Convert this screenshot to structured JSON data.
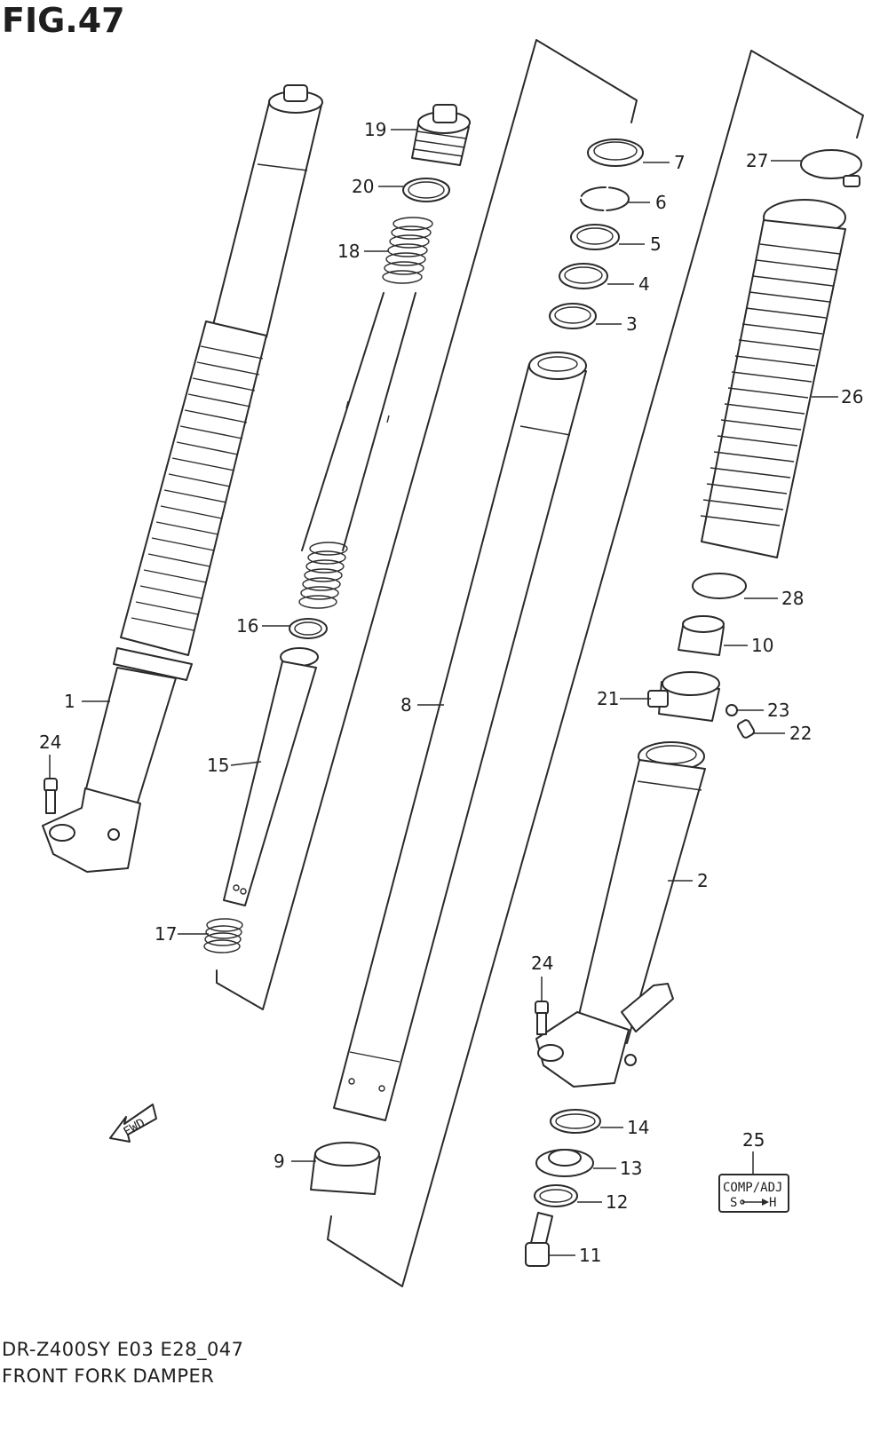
{
  "figure": {
    "title": "FIG.47",
    "model_code": "DR-Z400SY E03 E28_047",
    "caption": "FRONT FORK DAMPER"
  },
  "fwd_badge": "FWD",
  "adjust_box": {
    "part_no": "25",
    "line1": "COMP/ADJ",
    "line2_left": "S",
    "line2_right": "H"
  },
  "callouts": [
    {
      "id": "1",
      "label": "1"
    },
    {
      "id": "2",
      "label": "2"
    },
    {
      "id": "3",
      "label": "3"
    },
    {
      "id": "4",
      "label": "4"
    },
    {
      "id": "5",
      "label": "5"
    },
    {
      "id": "6",
      "label": "6"
    },
    {
      "id": "7",
      "label": "7"
    },
    {
      "id": "8",
      "label": "8"
    },
    {
      "id": "9",
      "label": "9"
    },
    {
      "id": "10",
      "label": "10"
    },
    {
      "id": "11",
      "label": "11"
    },
    {
      "id": "12",
      "label": "12"
    },
    {
      "id": "13",
      "label": "13"
    },
    {
      "id": "14",
      "label": "14"
    },
    {
      "id": "15",
      "label": "15"
    },
    {
      "id": "16",
      "label": "16"
    },
    {
      "id": "17",
      "label": "17"
    },
    {
      "id": "18",
      "label": "18"
    },
    {
      "id": "19",
      "label": "19"
    },
    {
      "id": "20",
      "label": "20"
    },
    {
      "id": "21",
      "label": "21"
    },
    {
      "id": "22",
      "label": "22"
    },
    {
      "id": "23",
      "label": "23"
    },
    {
      "id": "24a",
      "label": "24"
    },
    {
      "id": "24b",
      "label": "24"
    },
    {
      "id": "26",
      "label": "26"
    },
    {
      "id": "27",
      "label": "27"
    },
    {
      "id": "28",
      "label": "28"
    }
  ]
}
